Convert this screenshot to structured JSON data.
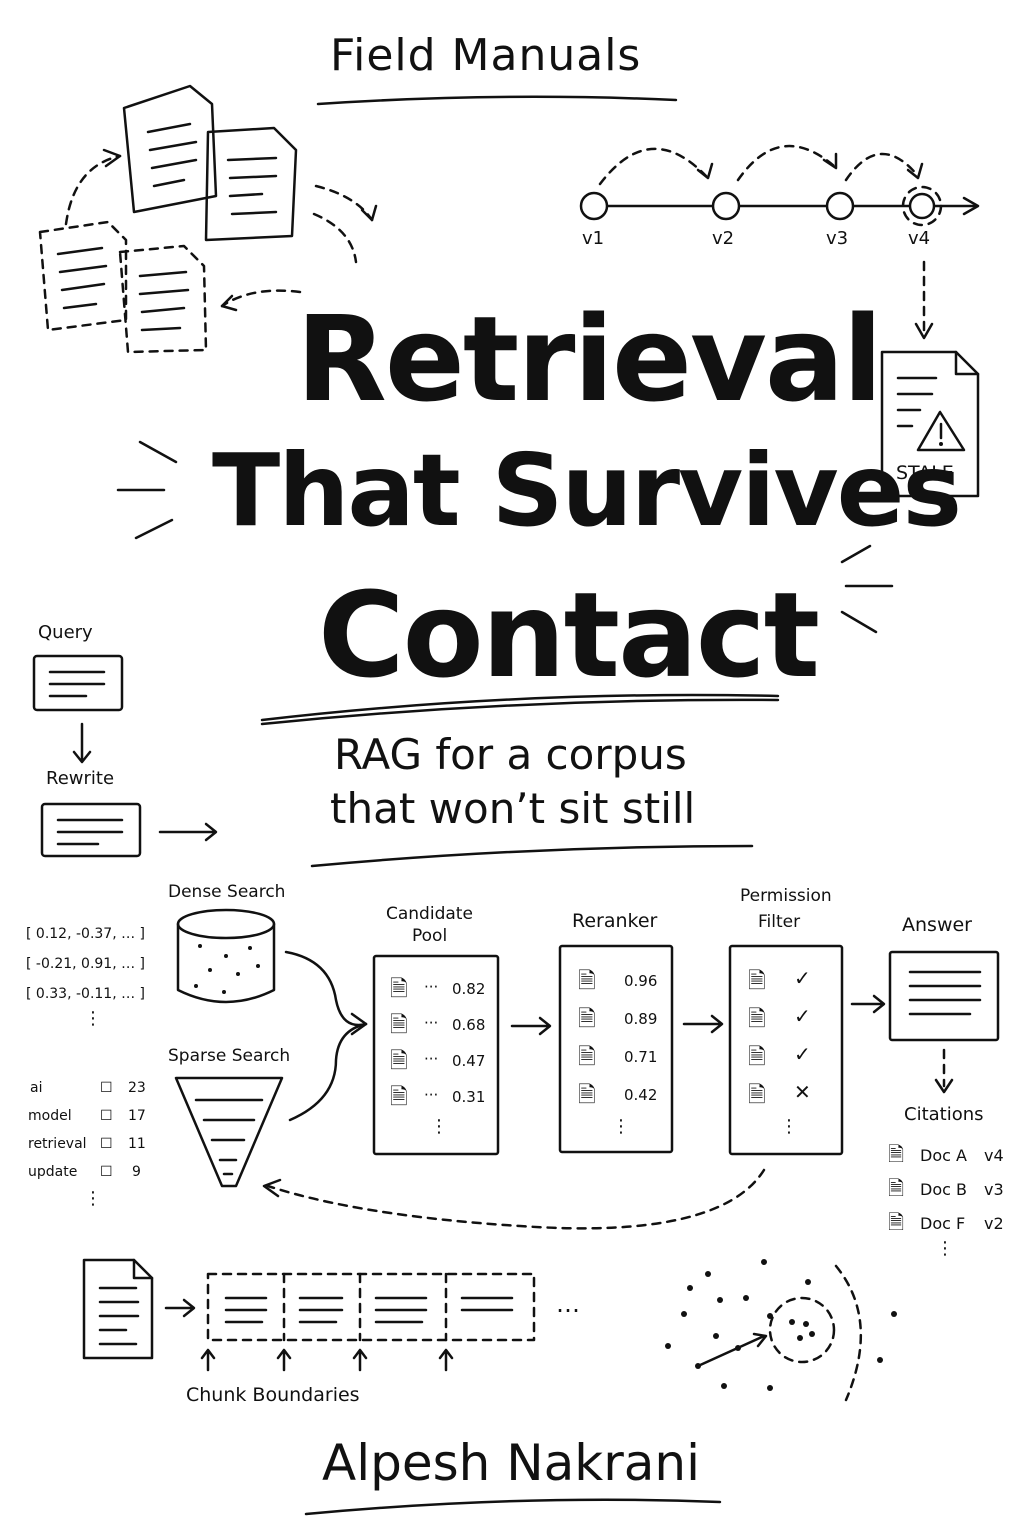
{
  "series": "Field Manuals",
  "title": {
    "line1": "Retrieval",
    "line2": "That Survives",
    "line3": "Contact"
  },
  "subtitle": {
    "line1": "RAG for a corpus",
    "line2": "that won’t sit still"
  },
  "author": "Alpesh Nakrani",
  "versions": [
    "v1",
    "v2",
    "v3",
    "v4"
  ],
  "stale_label": "STALE",
  "query_label": "Query",
  "rewrite_label": "Rewrite",
  "dense_search": {
    "label": "Dense Search",
    "vectors": [
      "[ 0.12, -0.37, … ]",
      "[ -0.21, 0.91, … ]",
      "[ 0.33, -0.11, … ]"
    ]
  },
  "sparse_search": {
    "label": "Sparse Search",
    "terms": [
      {
        "term": "ai",
        "count": "23"
      },
      {
        "term": "model",
        "count": "17"
      },
      {
        "term": "retrieval",
        "count": "11"
      },
      {
        "term": "update",
        "count": "9"
      }
    ]
  },
  "candidate_pool": {
    "label_1": "Candidate",
    "label_2": "Pool",
    "scores": [
      "0.82",
      "0.68",
      "0.47",
      "0.31"
    ]
  },
  "reranker": {
    "label": "Reranker",
    "scores": [
      "0.96",
      "0.89",
      "0.71",
      "0.42"
    ]
  },
  "permission_filter": {
    "label_1": "Permission",
    "label_2": "Filter",
    "marks": [
      "✓",
      "✓",
      "✓",
      "✕"
    ]
  },
  "answer_label": "Answer",
  "citations": {
    "label": "Citations",
    "items": [
      {
        "doc": "Doc A",
        "version": "v4"
      },
      {
        "doc": "Doc B",
        "version": "v3"
      },
      {
        "doc": "Doc F",
        "version": "v2"
      }
    ]
  },
  "chunk_label": "Chunk  Boundaries",
  "ellipsis": "…",
  "vdots": "⋮"
}
